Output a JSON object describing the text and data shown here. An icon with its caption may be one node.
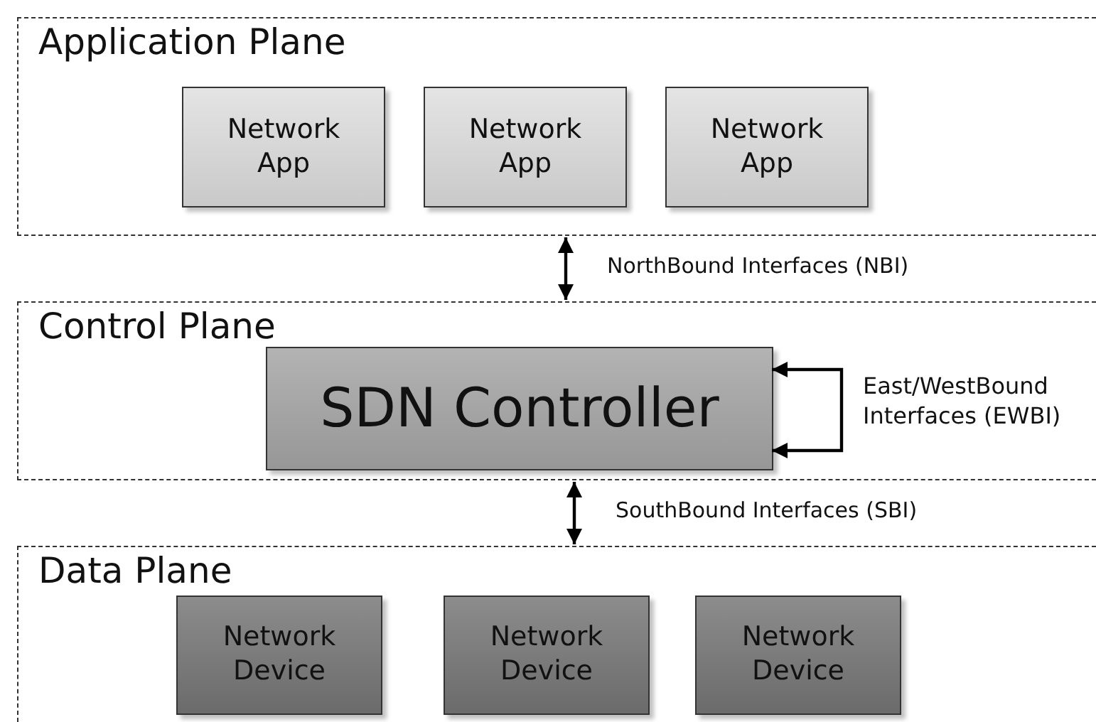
{
  "diagram": {
    "nodes": [
      {
        "text": [
          "Application Plane"
        ]
      },
      {
        "text": [
          "Network App"
        ],
        "in": 0
      },
      {
        "text": [
          "Network App"
        ],
        "in": 0
      },
      {
        "text": [
          "Network App"
        ],
        "in": 0
      },
      {
        "text": [
          "Control Plane"
        ]
      },
      {
        "text": [
          "SDN Controller"
        ],
        "in": 4
      },
      {
        "text": [
          "Data Plane"
        ]
      },
      {
        "text": [
          "Network Device"
        ],
        "in": 6
      },
      {
        "text": [
          "Network Device"
        ],
        "in": 6
      },
      {
        "text": [
          "Network Device"
        ],
        "in": 6
      }
    ],
    "edges": [
      {
        "from": 0,
        "to": 4,
        "arrow": "both",
        "label": "NorthBound Interfaces (NBI)"
      },
      {
        "from": 5,
        "to": 5,
        "arrow": "both",
        "label": "East/WestBound Interfaces (EWBI)"
      },
      {
        "from": 4,
        "to": 6,
        "arrow": "both",
        "label": "SouthBound Interfaces (SBI)"
      }
    ]
  }
}
